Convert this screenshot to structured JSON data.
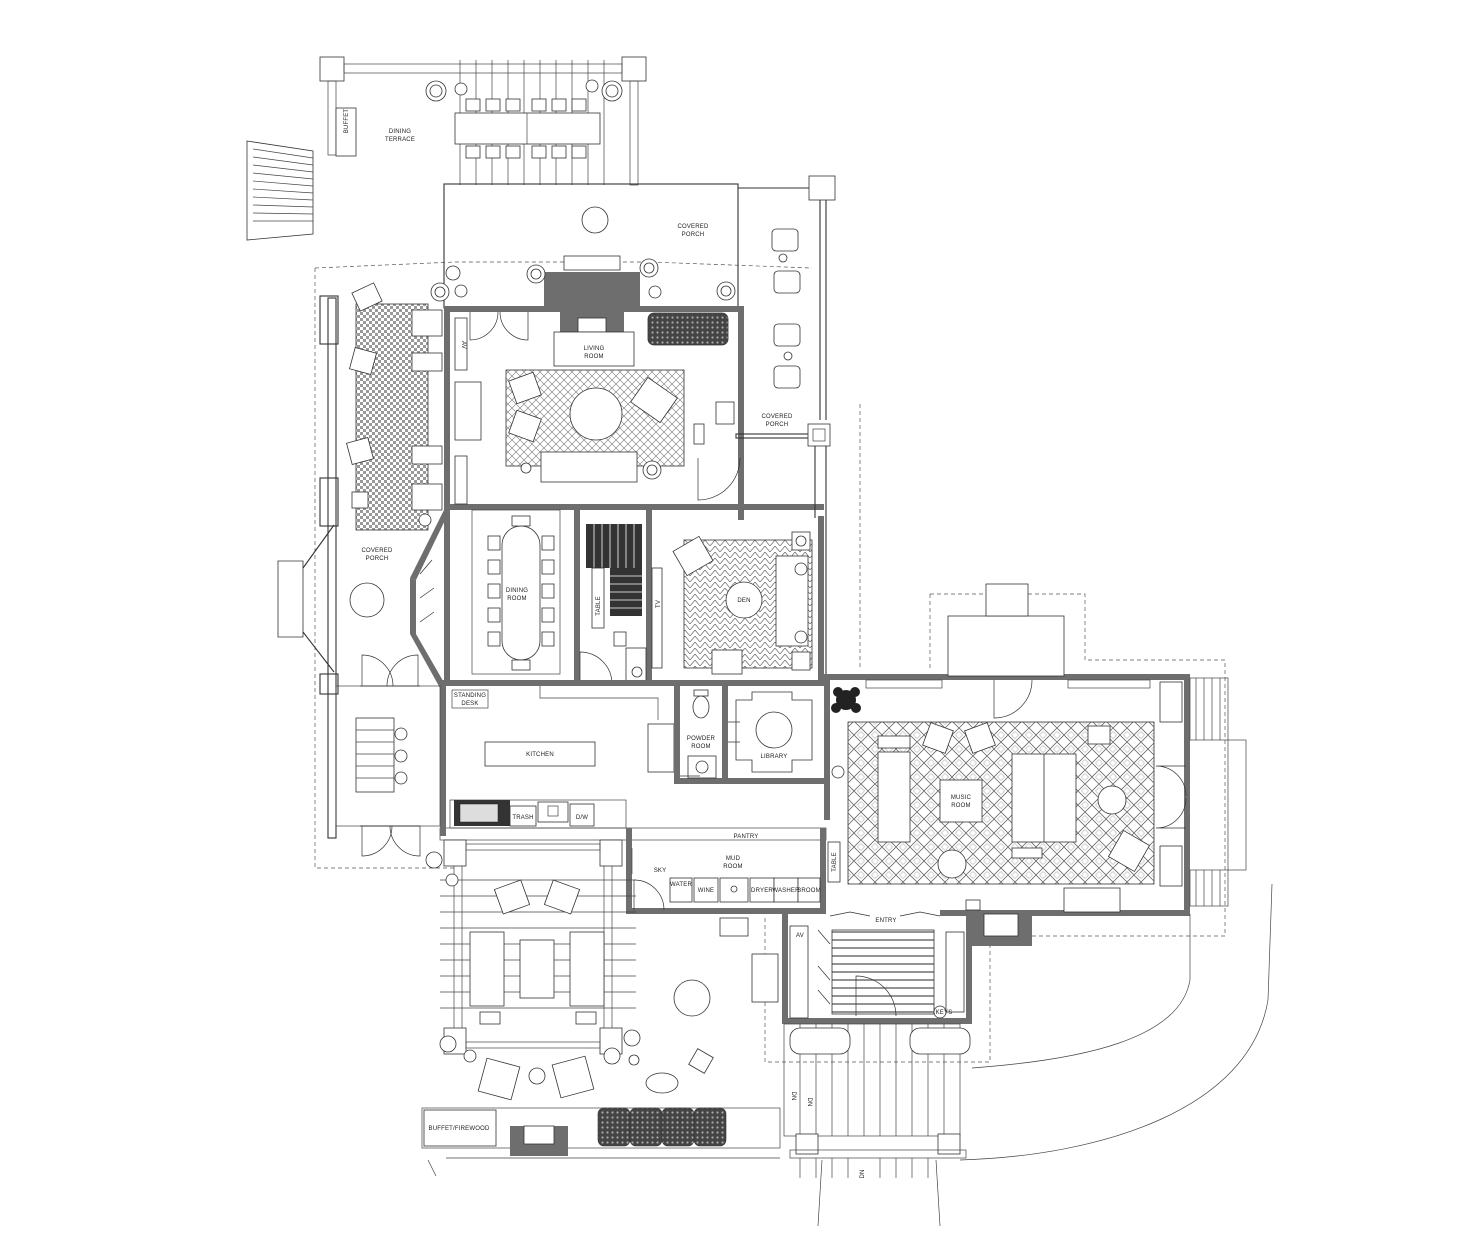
{
  "rooms": {
    "buffet_top": "BUFFET",
    "dining_terrace": [
      "DINING",
      "TERRACE"
    ],
    "covered_porch_top": [
      "COVERED",
      "PORCH"
    ],
    "covered_porch_right": [
      "COVERED",
      "PORCH"
    ],
    "covered_porch_left": [
      "COVERED",
      "PORCH"
    ],
    "living_room": [
      "LIVING",
      "ROOM"
    ],
    "av_living": "AV",
    "dining_room": [
      "DINING",
      "ROOM"
    ],
    "table_stair": "TABLE",
    "den": "DEN",
    "tv": "TV",
    "standing_desk": [
      "STANDING",
      "DESK"
    ],
    "kitchen": "KITCHEN",
    "trash": "TRASH",
    "dw": "D/W",
    "powder_room": [
      "POWDER",
      "ROOM"
    ],
    "library": "LIBRARY",
    "pantry": "PANTRY",
    "mud_room": [
      "MUD",
      "ROOM"
    ],
    "sky": "SKY",
    "water": "WATER",
    "wine": "WINE",
    "dryer": "DRYER",
    "washer": "WASHER",
    "broom": "BROOM",
    "music_room": [
      "MUSIC",
      "ROOM"
    ],
    "table_music": "TABLE",
    "entry": "ENTRY",
    "av_entry": "AV",
    "keys": "KEYS",
    "buffet_firewood": "BUFFET/FIREWOOD",
    "dn1": "DN",
    "dn2": "DN",
    "dn3": "DN"
  }
}
